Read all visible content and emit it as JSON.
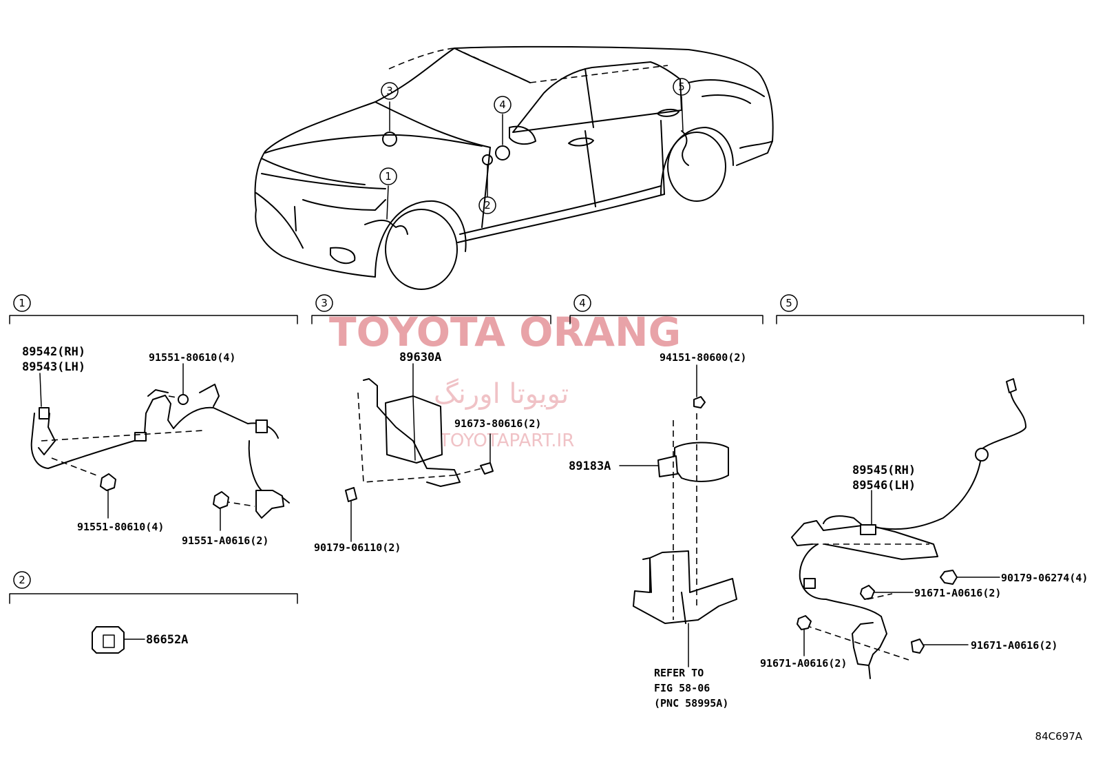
{
  "watermark": {
    "brand": "TOYOTA ORANG",
    "brand_fa": "تویوتا اورنگ",
    "site": "TOYOTAPART.IR"
  },
  "figure_code": "84C697A",
  "callouts": [
    "1",
    "2",
    "3",
    "4",
    "5"
  ],
  "sections": {
    "s1": {
      "number": "1",
      "part_rh": "89542(RH)",
      "part_lh": "89543(LH)",
      "bolt_top": "91551-80610(4)",
      "bolt_bottom": "91551-80610(4)",
      "bolt_sensor": "91551-A0616(2)"
    },
    "s2": {
      "number": "2",
      "part": "86652A"
    },
    "s3": {
      "number": "3",
      "part": "89630A",
      "screw": "91673-80616(2)",
      "clip": "90179-06110(2)"
    },
    "s4": {
      "number": "4",
      "nut": "94151-80600(2)",
      "part": "89183A",
      "refer_1": "REFER TO",
      "refer_2": "FIG 58-06",
      "refer_3": "(PNC 58995A)"
    },
    "s5": {
      "number": "5",
      "part_rh": "89545(RH)",
      "part_lh": "89546(LH)",
      "nut": "90179-06274(4)",
      "bolt_a": "91671-A0616(2)",
      "bolt_b": "91671-A0616(2)",
      "bolt_c": "91671-A0616(2)"
    }
  }
}
